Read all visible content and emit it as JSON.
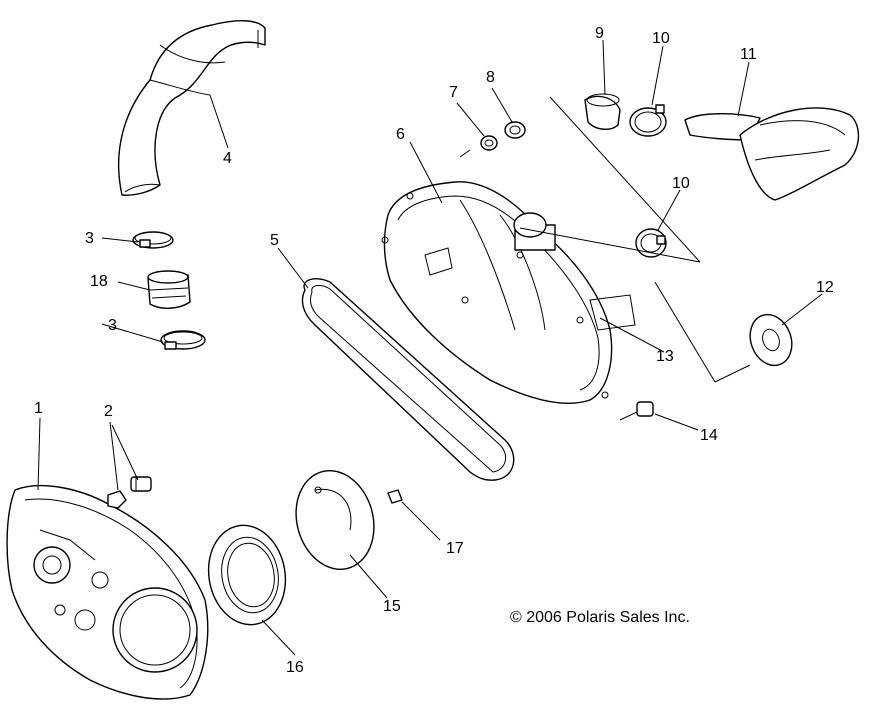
{
  "copyright": "© 2006 Polaris Sales Inc.",
  "callouts": [
    {
      "id": "1",
      "text": "1"
    },
    {
      "id": "2",
      "text": "2"
    },
    {
      "id": "3a",
      "text": "3"
    },
    {
      "id": "3b",
      "text": "3"
    },
    {
      "id": "4",
      "text": "4"
    },
    {
      "id": "5",
      "text": "5"
    },
    {
      "id": "6",
      "text": "6"
    },
    {
      "id": "7",
      "text": "7"
    },
    {
      "id": "8",
      "text": "8"
    },
    {
      "id": "9",
      "text": "9"
    },
    {
      "id": "10a",
      "text": "10"
    },
    {
      "id": "10b",
      "text": "10"
    },
    {
      "id": "11",
      "text": "11"
    },
    {
      "id": "12",
      "text": "12"
    },
    {
      "id": "13",
      "text": "13"
    },
    {
      "id": "14",
      "text": "14"
    },
    {
      "id": "15",
      "text": "15"
    },
    {
      "id": "16",
      "text": "16"
    },
    {
      "id": "17",
      "text": "17"
    },
    {
      "id": "18",
      "text": "18"
    }
  ]
}
